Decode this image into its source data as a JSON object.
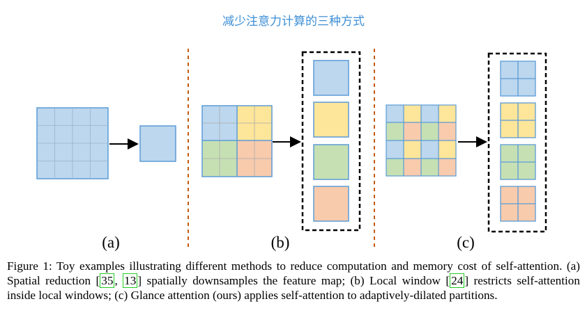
{
  "annotation": "减少注意力计算的三种方式",
  "panels": {
    "a": "(a)",
    "b": "(b)",
    "c": "(c)"
  },
  "colors": {
    "blue": "#bcd7ee",
    "yellow": "#fde59a",
    "green": "#c6e0b4",
    "orange": "#f8cbad",
    "edge": "#5b9bd5",
    "divider": "#c55a11"
  },
  "caption": {
    "p1": "Figure 1: Toy examples illustrating different methods to reduce computation and memory cost of self-attention. (a) Spatial reduction ",
    "ref1a": "35",
    "sep": ", ",
    "ref1b": "13",
    "p2": " spatially downsamples the feature map; (b) Local window ",
    "ref2": "24",
    "p3": " restricts self-attention inside local windows; (c) Glance attention (ours) applies self-attention to adaptively-dilated partitions."
  }
}
